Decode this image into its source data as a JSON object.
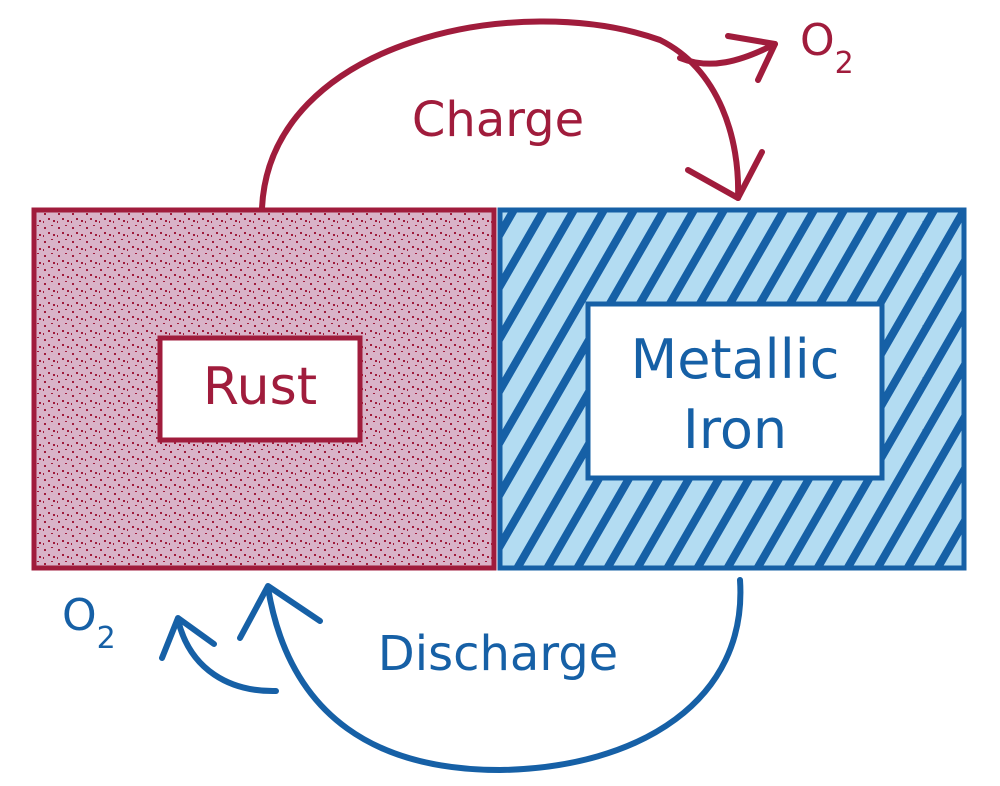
{
  "title": "Iron-air battery charge/discharge cycle",
  "colors": {
    "rust": "#a01c3c",
    "rust_fill": "#d9b3c8",
    "iron": "#1660a6",
    "iron_fill": "#b3dcf2",
    "background": "#ffffff"
  },
  "boxes": {
    "rust": {
      "label": "Rust"
    },
    "iron": {
      "label_line1": "Metallic",
      "label_line2": "Iron"
    }
  },
  "arrows": {
    "charge": {
      "label": "Charge",
      "byproduct": "O",
      "byproduct_sub": "2"
    },
    "discharge": {
      "label": "Discharge",
      "byproduct": "O",
      "byproduct_sub": "2"
    }
  }
}
